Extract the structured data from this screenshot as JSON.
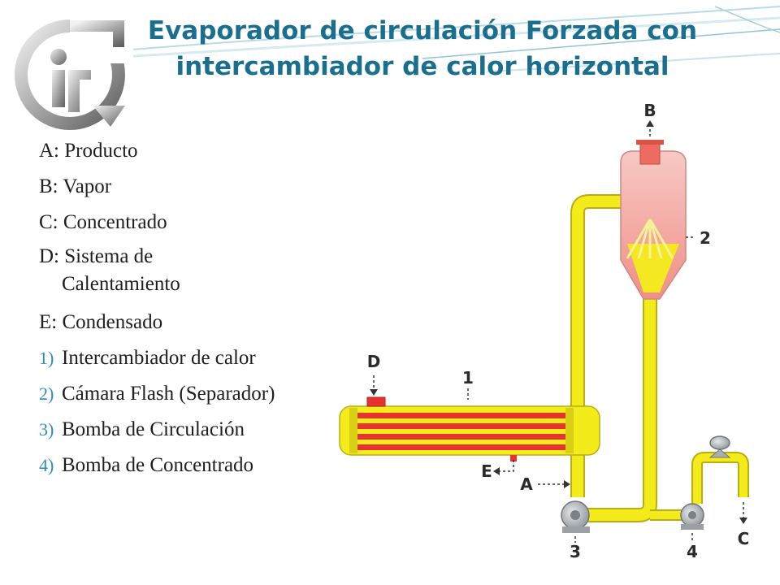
{
  "slide": {
    "title_line1": "Evaporador de circulación Forzada con",
    "title_line2": "intercambiador de calor horizontal"
  },
  "legend": {
    "letters": [
      {
        "text": "A: Producto"
      },
      {
        "text": "B: Vapor"
      },
      {
        "text": "C: Concentrado"
      },
      {
        "text": "D: Sistema de",
        "continuation": "Calentamiento"
      },
      {
        "text": "E: Condensado"
      }
    ],
    "numbered": [
      {
        "num": "1)",
        "text": "Intercambiador de calor"
      },
      {
        "num": "2)",
        "text": "Cámara Flash (Separador)"
      },
      {
        "num": "3)",
        "text": "Bomba de Circulación"
      },
      {
        "num": "4)",
        "text": "Bomba de Concentrado"
      }
    ]
  },
  "diagram": {
    "labels": {
      "A": "A",
      "B": "B",
      "C": "C",
      "D": "D",
      "E": "E",
      "n1": "1",
      "n2": "2",
      "n3": "3",
      "n4": "4"
    }
  },
  "colors": {
    "title": "#1a6f8f",
    "accent": "#2e8bc0",
    "pipe": "#f3ec1a",
    "tube_red": "#e8322f",
    "separator_pink": "#f4b5b0",
    "pump_gray": "#a9aeb2"
  },
  "icons": {
    "logo": "it-logo"
  }
}
